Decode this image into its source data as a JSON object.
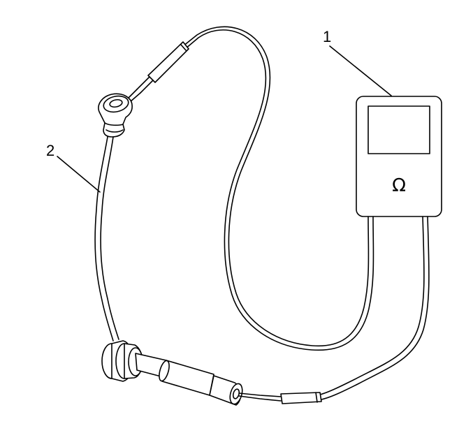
{
  "callouts": {
    "one": "1",
    "two": "2"
  },
  "meter": {
    "symbol": "Ω"
  }
}
